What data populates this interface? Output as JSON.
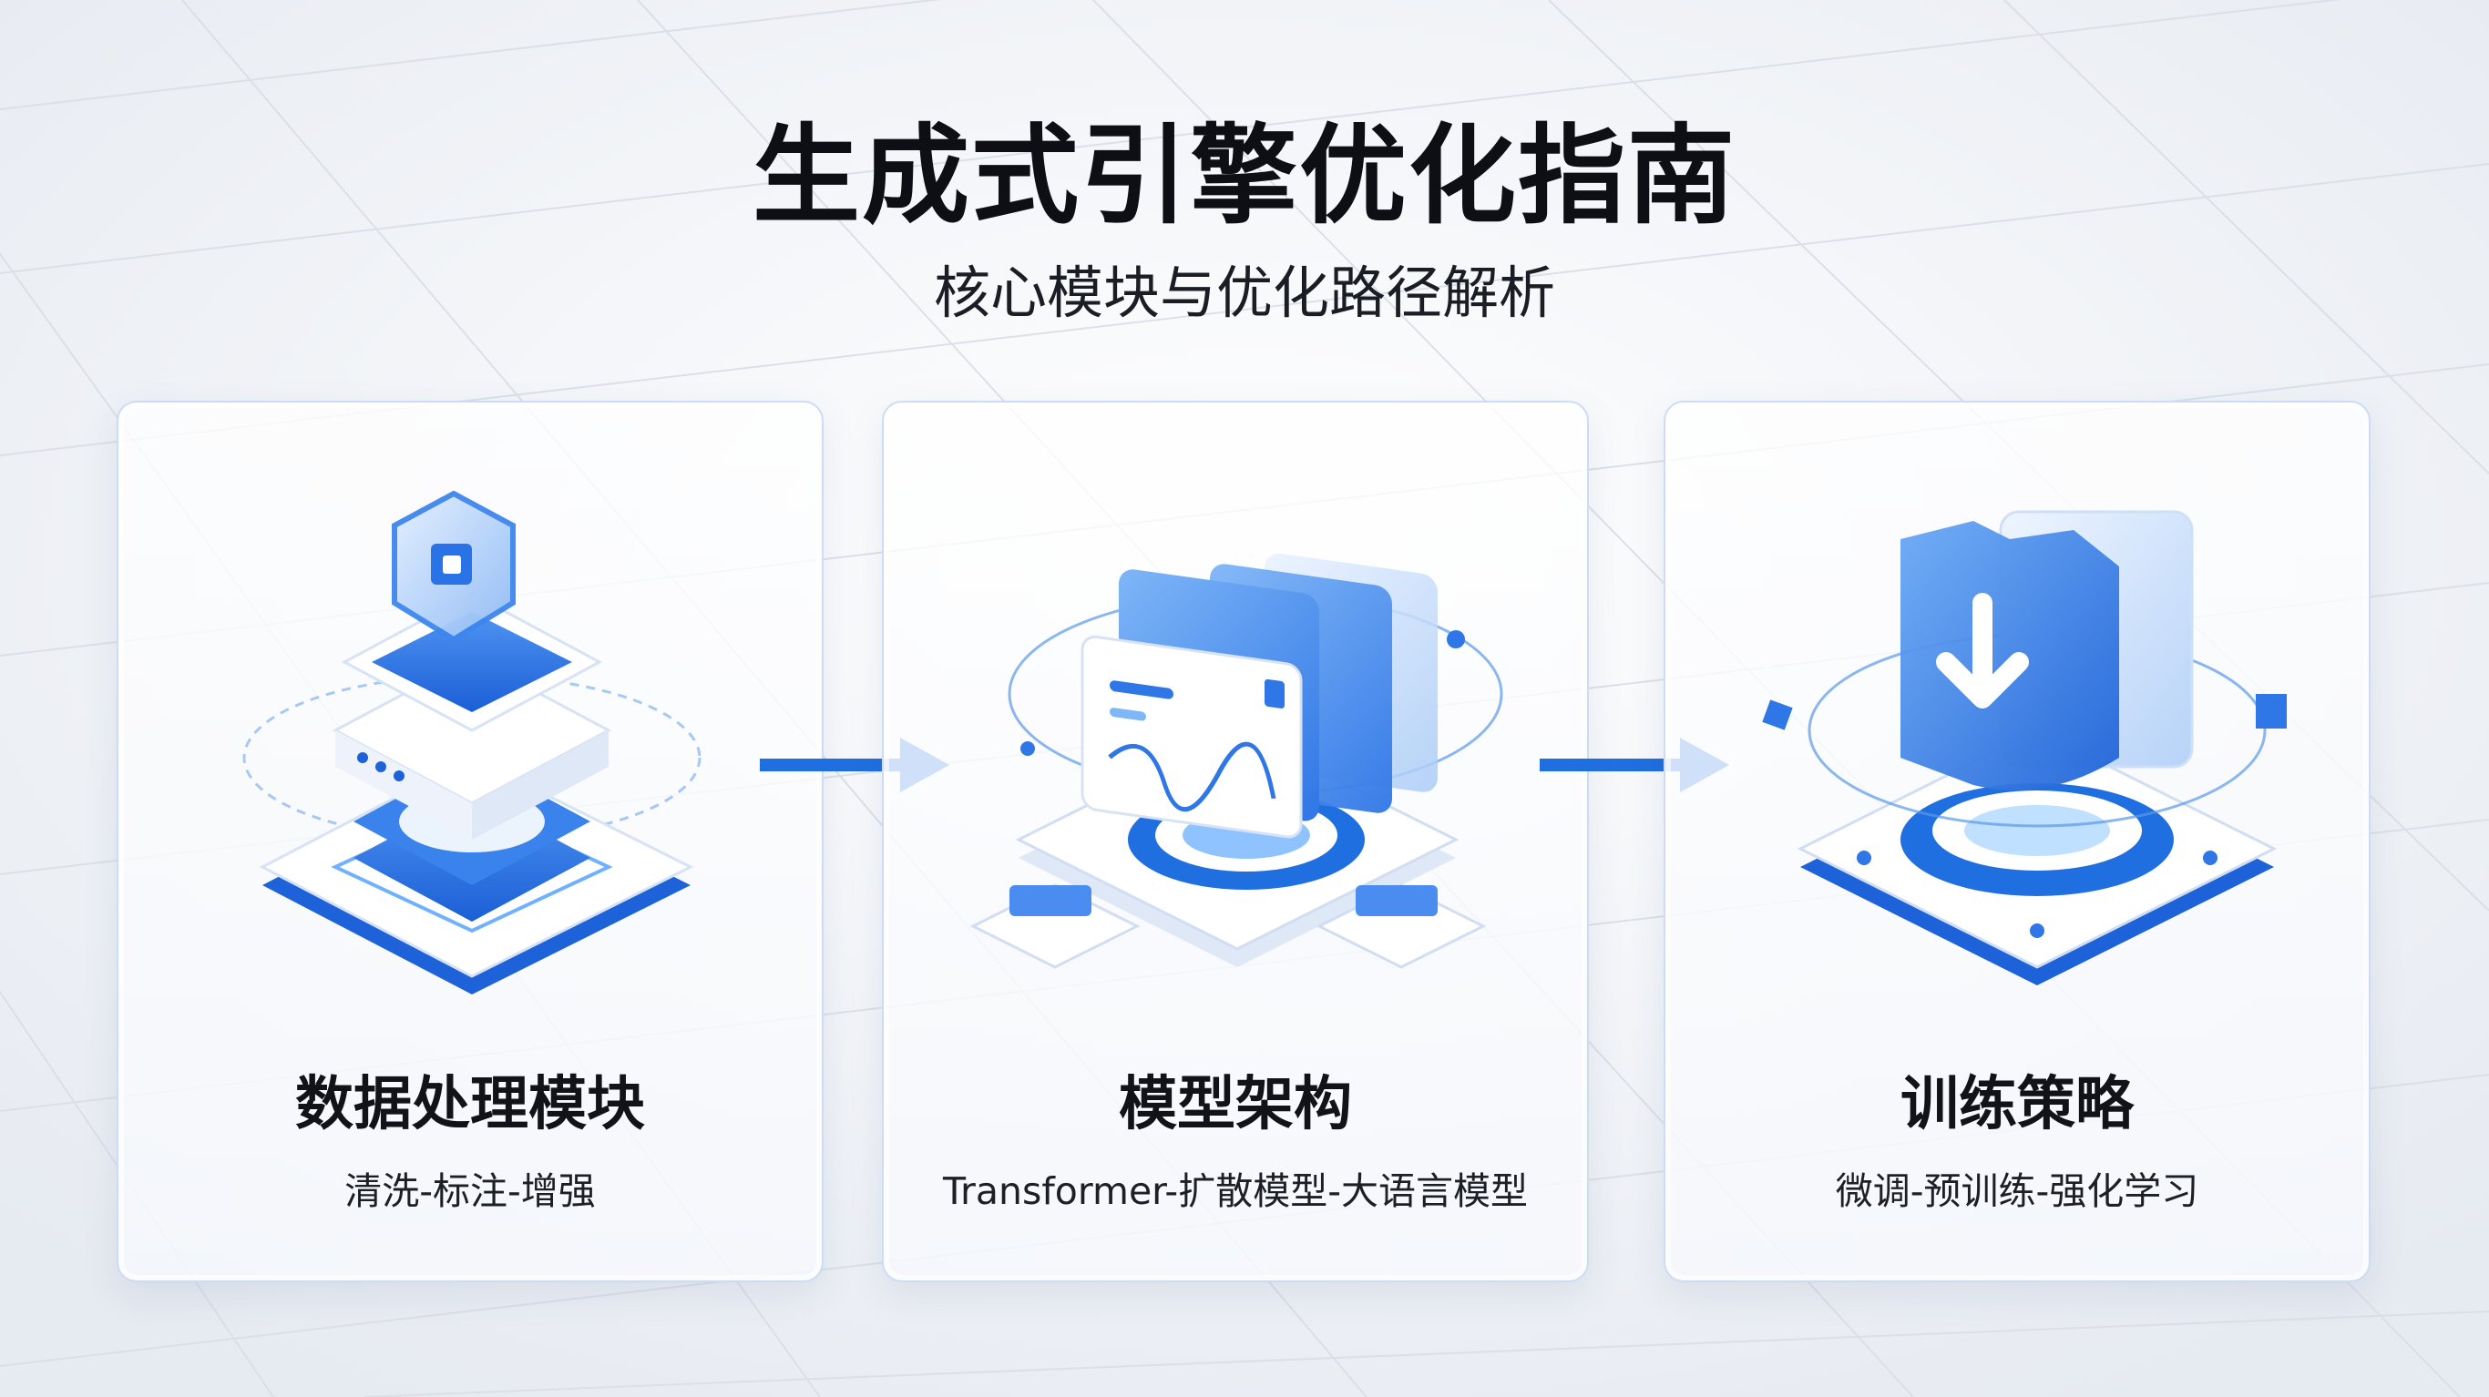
{
  "title": "生成式引擎优化指南",
  "subtitle": "核心模块与优化路径解析",
  "colors": {
    "accent": "#1f6fe0",
    "accent_light": "#5aa2f5",
    "background": "#eef1f6",
    "card_border": "#ccdcf5"
  },
  "cards": [
    {
      "icon": "layered-database-icon",
      "title": "数据处理模块",
      "description": "清洗-标注-增强"
    },
    {
      "icon": "stacked-panels-model-icon",
      "title": "模型架构",
      "description": "Transformer-扩散模型-大语言模型"
    },
    {
      "icon": "download-shield-training-icon",
      "title": "训练策略",
      "description": "微调-预训练-强化学习"
    }
  ],
  "connectors": [
    {
      "icon": "arrow-right-icon"
    },
    {
      "icon": "arrow-right-icon"
    }
  ]
}
